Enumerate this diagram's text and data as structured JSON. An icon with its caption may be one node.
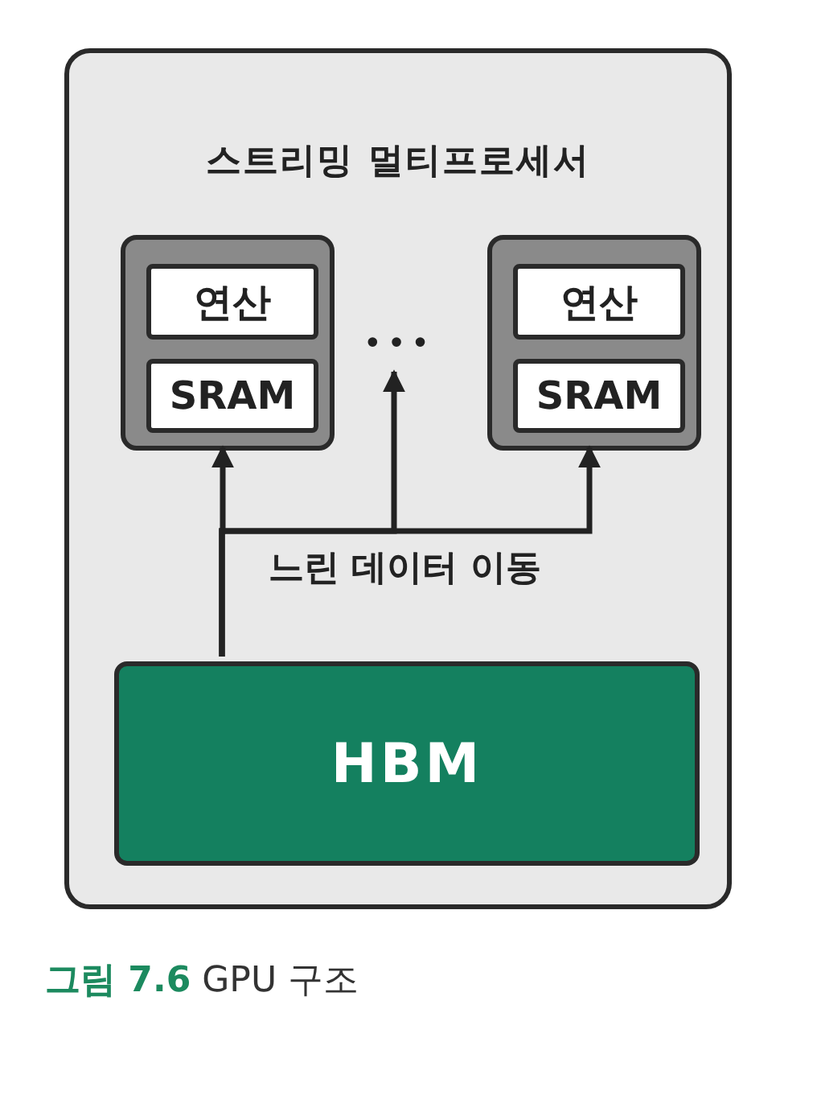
{
  "diagram": {
    "caption": "**그림 7.6** GPU 구조",
    "nodes": [
      {
        "text": [
          "스트리밍 멀티프로세서"
        ]
      },
      {
        "text": [],
        "shape": "box",
        "in": 0
      },
      {
        "text": [
          "연산"
        ],
        "in": 1
      },
      {
        "text": [
          "SRAM"
        ],
        "in": 1
      },
      {
        "text": [
          "•••"
        ],
        "in": 0
      },
      {
        "text": [],
        "shape": "box",
        "in": 0
      },
      {
        "text": [
          "연산"
        ],
        "in": 5
      },
      {
        "text": [
          "SRAM"
        ],
        "in": 5
      },
      {
        "text": [
          "HBM"
        ],
        "in": 0
      }
    ],
    "edges": [
      {
        "from": 8,
        "to": 1,
        "arrow": "to"
      },
      {
        "from": 8,
        "to": 4,
        "arrow": "to"
      },
      {
        "from": 8,
        "to": 5,
        "arrow": "to",
        "label": "느린 데이터 이동"
      }
    ]
  }
}
